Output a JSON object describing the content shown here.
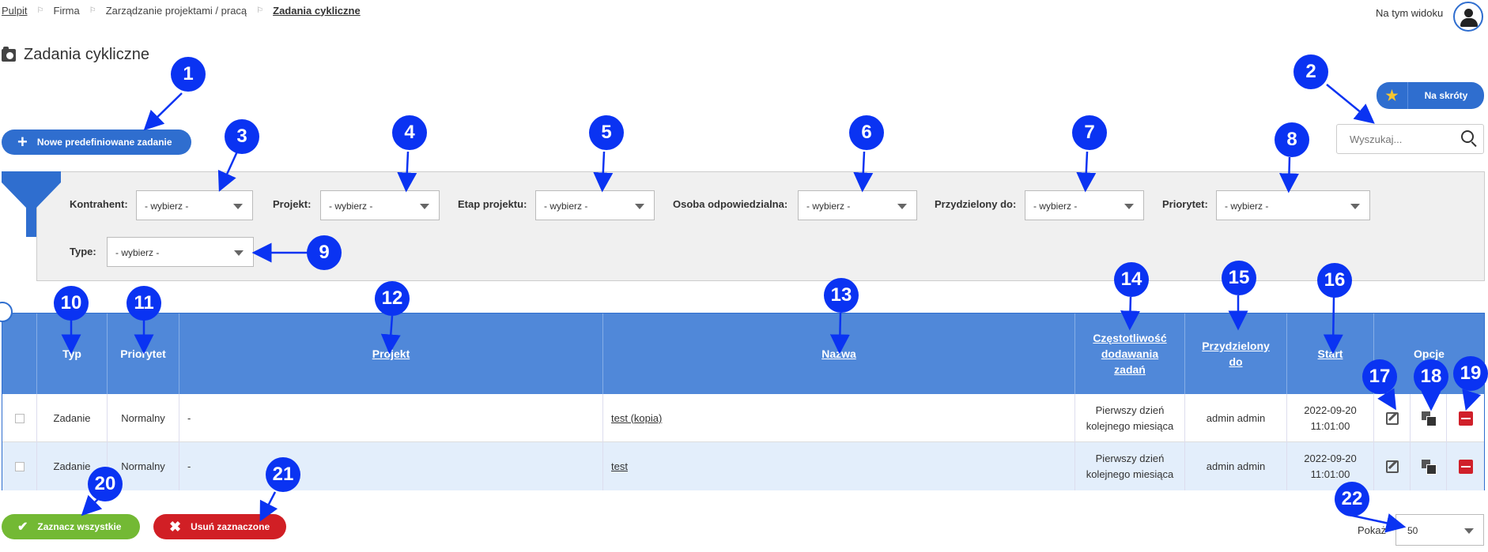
{
  "breadcrumb": [
    "Pulpit",
    "Firma",
    "Zarządzanie projektami / pracą",
    "Zadania cykliczne"
  ],
  "view_label": "Na tym widoku",
  "page_title": "Zadania cykliczne",
  "buttons": {
    "new_task": "Nowe predefiniowane zadanie",
    "shortcuts": "Na skróty",
    "select_all": "Zaznacz wszystkie",
    "delete_selected": "Usuń zaznaczone"
  },
  "search": {
    "placeholder": "Wyszukaj..."
  },
  "filters": {
    "contractor": {
      "label": "Kontrahent:",
      "value": "- wybierz -"
    },
    "project": {
      "label": "Projekt:",
      "value": "- wybierz -"
    },
    "stage": {
      "label": "Etap projektu:",
      "value": "- wybierz -"
    },
    "responsible": {
      "label": "Osoba odpowiedzialna:",
      "value": "- wybierz -"
    },
    "assigned": {
      "label": "Przydzielony do:",
      "value": "- wybierz -"
    },
    "priority": {
      "label": "Priorytet:",
      "value": "- wybierz -"
    },
    "type": {
      "label": "Type:",
      "value": "- wybierz -"
    }
  },
  "table": {
    "headers": {
      "type": "Typ",
      "priority": "Priorytet",
      "project": "Projekt",
      "name": "Nazwa",
      "frequency": "Częstotliwość dodawania zadań",
      "assigned": "Przydzielony do",
      "start": "Start",
      "options": "Opcje"
    },
    "rows": [
      {
        "type": "Zadanie",
        "priority": "Normalny",
        "project": "-",
        "name": "test (kopia)",
        "frequency": "Pierwszy dzień kolejnego miesiąca",
        "assigned": "admin admin",
        "start": "2022-09-20 11:01:00"
      },
      {
        "type": "Zadanie",
        "priority": "Normalny",
        "project": "-",
        "name": "test",
        "frequency": "Pierwszy dzień kolejnego miesiąca",
        "assigned": "admin admin",
        "start": "2022-09-20 11:01:00"
      }
    ]
  },
  "pagination": {
    "label": "Pokaż",
    "value": "50"
  },
  "callouts": [
    "1",
    "2",
    "3",
    "4",
    "5",
    "6",
    "7",
    "8",
    "9",
    "10",
    "11",
    "12",
    "13",
    "14",
    "15",
    "16",
    "17",
    "18",
    "19",
    "20",
    "21",
    "22"
  ],
  "colors": {
    "primary": "#2f6ecf",
    "header": "#5088d9",
    "callout": "#0a33f2",
    "success": "#73b934",
    "danger": "#d11f25"
  }
}
